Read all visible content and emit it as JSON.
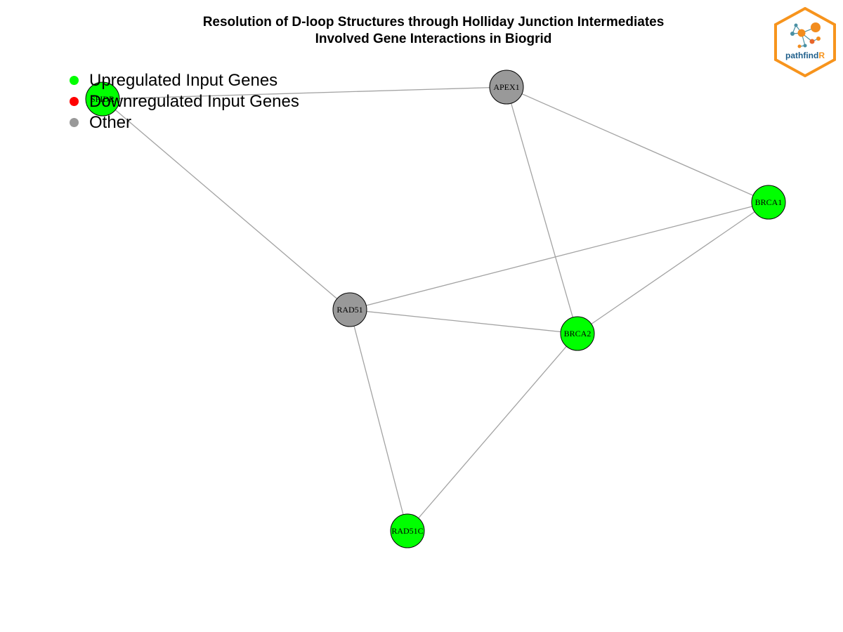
{
  "title": {
    "line1": "Resolution of D-loop Structures through Holliday Junction Intermediates",
    "line2": "Involved Gene Interactions in Biogrid"
  },
  "legend": {
    "items": [
      {
        "label": "Upregulated Input Genes",
        "color": "#00ff00"
      },
      {
        "label": "Downregulated Input Genes",
        "color": "#ff0000"
      },
      {
        "label": "Other",
        "color": "#999999"
      }
    ]
  },
  "logo": {
    "text_main": "pathfind",
    "text_accent": "R",
    "border_color": "#f7941d",
    "text_color": "#1f5f8b"
  },
  "colors": {
    "upregulated": "#00ff00",
    "other": "#999999",
    "edge": "#a3a3a3"
  },
  "network": {
    "nodes": [
      {
        "id": "SPIDR",
        "label": "SPIDR",
        "status": "upregulated"
      },
      {
        "id": "APEX1",
        "label": "APEX1",
        "status": "other"
      },
      {
        "id": "BRCA1",
        "label": "BRCA1",
        "status": "upregulated"
      },
      {
        "id": "RAD51",
        "label": "RAD51",
        "status": "other"
      },
      {
        "id": "BRCA2",
        "label": "BRCA2",
        "status": "upregulated"
      },
      {
        "id": "RAD51C",
        "label": "RAD51C",
        "status": "upregulated"
      }
    ],
    "edges": [
      {
        "source": "SPIDR",
        "target": "APEX1"
      },
      {
        "source": "SPIDR",
        "target": "RAD51"
      },
      {
        "source": "APEX1",
        "target": "BRCA1"
      },
      {
        "source": "APEX1",
        "target": "BRCA2"
      },
      {
        "source": "BRCA1",
        "target": "RAD51"
      },
      {
        "source": "BRCA1",
        "target": "BRCA2"
      },
      {
        "source": "RAD51",
        "target": "BRCA2"
      },
      {
        "source": "RAD51",
        "target": "RAD51C"
      },
      {
        "source": "BRCA2",
        "target": "RAD51C"
      }
    ]
  }
}
